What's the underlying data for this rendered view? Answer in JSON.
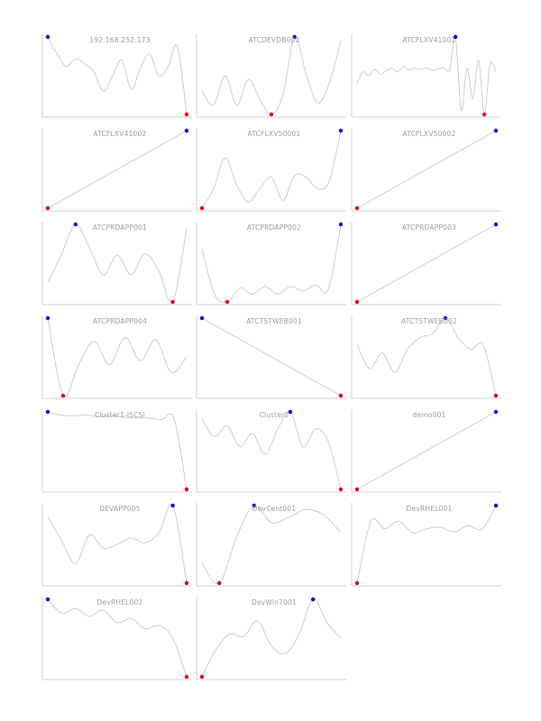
{
  "colors": {
    "line": "#c8c8c8",
    "axis": "#cfcfcf",
    "max_marker": "#0000cc",
    "min_marker": "#dd0000",
    "title": "#9a9a9a"
  },
  "chart_data": [
    {
      "type": "line",
      "title": "192.168.252.173",
      "values": [
        1.0,
        0.78,
        0.62,
        0.72,
        0.65,
        0.55,
        0.3,
        0.5,
        0.7,
        0.32,
        0.6,
        0.78,
        0.5,
        0.62,
        0.88,
        0.0
      ]
    },
    {
      "type": "line",
      "title": "ATCDEVDB002",
      "values": [
        0.3,
        0.12,
        0.5,
        0.12,
        0.45,
        0.2,
        0.0,
        0.25,
        1.0,
        0.52,
        0.15,
        0.4,
        0.95
      ]
    },
    {
      "type": "line",
      "title": "ATCFLXV41001",
      "values": [
        0.4,
        0.55,
        0.5,
        0.58,
        0.52,
        0.56,
        0.6,
        0.55,
        0.62,
        0.57,
        0.6,
        0.58,
        0.6,
        0.57,
        0.59,
        0.6,
        0.58,
        1.0,
        0.05,
        0.6,
        0.2,
        0.7,
        0.0,
        0.65,
        0.55
      ]
    },
    {
      "type": "line",
      "title": "ATCFLXV41002",
      "values": [
        0.0,
        0.1,
        0.2,
        0.3,
        0.4,
        0.5,
        0.6,
        0.7,
        0.8,
        0.9,
        1.0
      ]
    },
    {
      "type": "line",
      "title": "ATCFLXV50001",
      "values": [
        0.0,
        0.25,
        0.65,
        0.3,
        0.08,
        0.25,
        0.4,
        0.1,
        0.42,
        0.4,
        0.25,
        0.35,
        1.0
      ]
    },
    {
      "type": "line",
      "title": "ATCFLXV50002",
      "values": [
        0.0,
        0.1,
        0.2,
        0.3,
        0.4,
        0.5,
        0.6,
        0.7,
        0.8,
        0.9,
        1.0
      ]
    },
    {
      "type": "line",
      "title": "ATCPRDAPP001",
      "values": [
        0.25,
        0.62,
        1.0,
        0.7,
        0.35,
        0.6,
        0.35,
        0.62,
        0.4,
        0.0,
        0.95
      ]
    },
    {
      "type": "line",
      "title": "ATCPRDAPP002",
      "values": [
        0.68,
        0.1,
        0.0,
        0.18,
        0.1,
        0.2,
        0.1,
        0.2,
        0.14,
        0.22,
        0.16,
        1.0
      ]
    },
    {
      "type": "line",
      "title": "ATCPRDAPP003",
      "values": [
        0.0,
        0.1,
        0.2,
        0.3,
        0.4,
        0.5,
        0.6,
        0.7,
        0.8,
        0.9,
        1.0
      ]
    },
    {
      "type": "line",
      "title": "ATCPRDAPP004",
      "values": [
        1.0,
        0.0,
        0.4,
        0.7,
        0.4,
        0.75,
        0.45,
        0.72,
        0.3,
        0.5
      ]
    },
    {
      "type": "line",
      "title": "ATCTSTWEB001",
      "values": [
        1.0,
        0.9,
        0.8,
        0.7,
        0.6,
        0.5,
        0.4,
        0.3,
        0.2,
        0.1,
        0.0
      ]
    },
    {
      "type": "line",
      "title": "ATCTSTWEB002",
      "values": [
        0.65,
        0.35,
        0.55,
        0.3,
        0.6,
        0.75,
        0.8,
        1.0,
        0.75,
        0.6,
        0.65,
        0.0
      ]
    },
    {
      "type": "line",
      "title": "Cluster1-ISCSI",
      "values": [
        1.0,
        0.96,
        0.95,
        0.96,
        0.94,
        0.95,
        0.93,
        0.92,
        0.92,
        0.9,
        0.91,
        0.0
      ]
    },
    {
      "type": "line",
      "title": "Cluster2",
      "values": [
        0.9,
        0.68,
        0.82,
        0.55,
        0.72,
        0.45,
        0.78,
        1.0,
        0.55,
        0.78,
        0.62,
        0.0
      ]
    },
    {
      "type": "line",
      "title": "demo001",
      "values": [
        0.0,
        0.1,
        0.2,
        0.3,
        0.4,
        0.5,
        0.6,
        0.7,
        0.8,
        0.9,
        1.0
      ]
    },
    {
      "type": "line",
      "title": "DEVAPP005",
      "values": [
        0.85,
        0.55,
        0.25,
        0.62,
        0.45,
        0.5,
        0.58,
        0.52,
        0.65,
        1.0,
        0.0
      ]
    },
    {
      "type": "line",
      "title": "DevCent001",
      "values": [
        0.25,
        0.0,
        0.6,
        1.0,
        0.78,
        0.85,
        0.95,
        0.88,
        0.65
      ]
    },
    {
      "type": "line",
      "title": "DevRHEL001",
      "values": [
        0.0,
        0.8,
        0.7,
        0.8,
        0.65,
        0.7,
        0.72,
        0.66,
        0.74,
        0.7,
        1.0
      ]
    },
    {
      "type": "line",
      "title": "DevRHEL002",
      "values": [
        1.0,
        0.82,
        0.88,
        0.78,
        0.86,
        0.7,
        0.75,
        0.62,
        0.66,
        0.5,
        0.0
      ]
    },
    {
      "type": "line",
      "title": "DevWin7001",
      "values": [
        0.0,
        0.35,
        0.55,
        0.52,
        0.72,
        0.4,
        0.3,
        0.55,
        1.0,
        0.7,
        0.5
      ]
    }
  ]
}
